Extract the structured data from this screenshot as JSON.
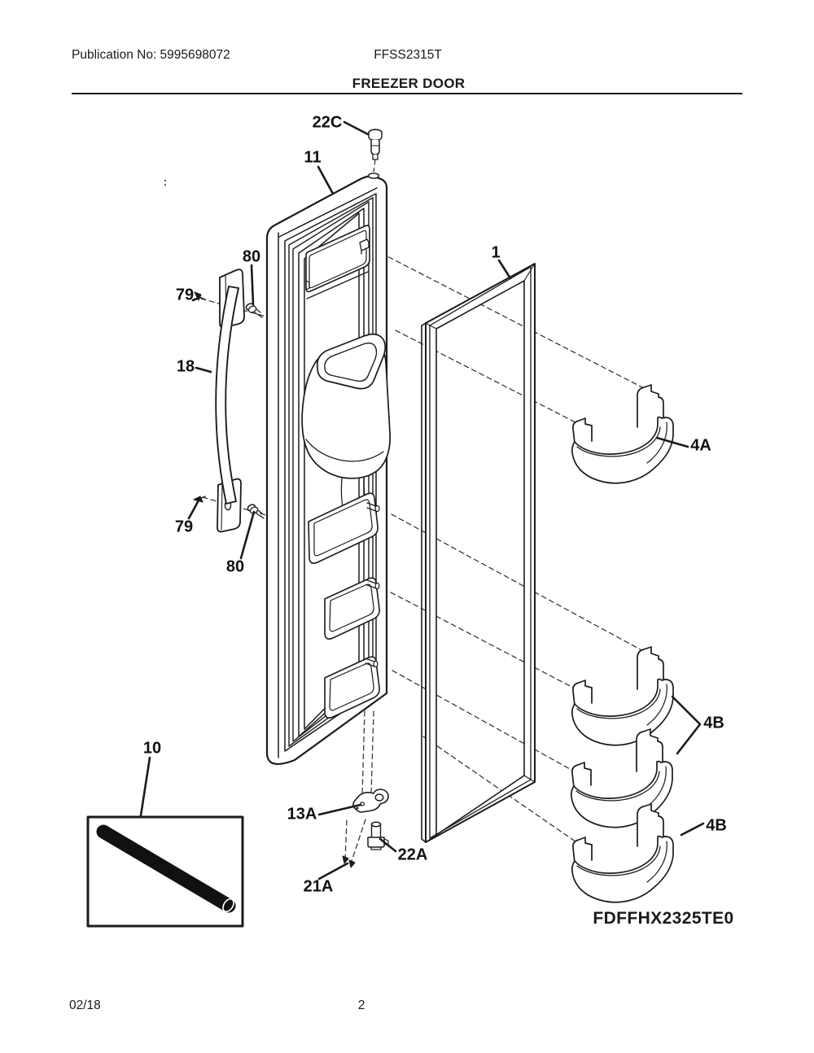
{
  "page": {
    "header": {
      "publication_no": "Publication No: 5995698072",
      "model": "FFSS2315T",
      "section_title": "FREEZER DOOR"
    },
    "footer": {
      "revision_date": "02/18",
      "page_number": "2"
    }
  },
  "diagram": {
    "product_code": "FDFFHX2325TE0",
    "callouts": {
      "c22C": "22C",
      "c11": "11",
      "c80_top": "80",
      "c79_top": "79",
      "c18": "18",
      "c79_bottom": "79",
      "c80_bottom": "80",
      "c1": "1",
      "c4A": "4A",
      "c4B_upper": "4B",
      "c4B_lower": "4B",
      "c10": "10",
      "c13A": "13A",
      "c22A": "22A",
      "c21A": "21A"
    }
  }
}
